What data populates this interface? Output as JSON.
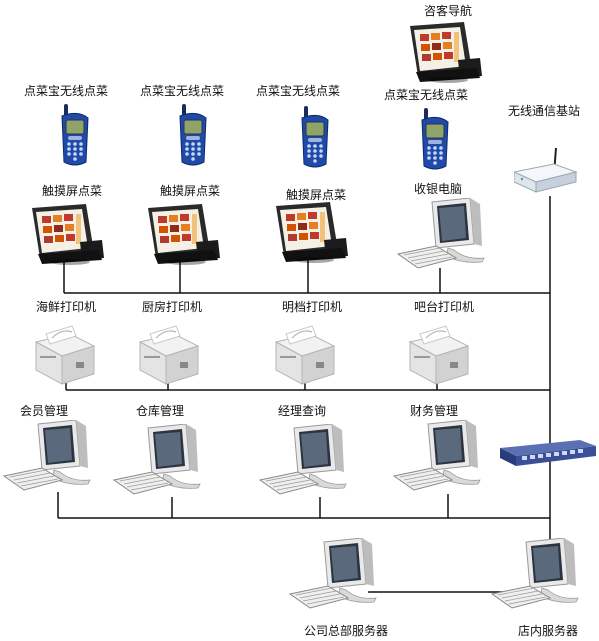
{
  "labels": {
    "guest_nav": "咨客导航",
    "wireless_order_1": "点菜宝无线点菜",
    "wireless_order_2": "点菜宝无线点菜",
    "wireless_order_3": "点菜宝无线点菜",
    "wireless_order_4": "点菜宝无线点菜",
    "base_station": "无线通信基站",
    "touch_order_1": "触摸屏点菜",
    "touch_order_2": "触摸屏点菜",
    "touch_order_3": "触摸屏点菜",
    "cashier_pc": "收银电脑",
    "printer_seafood": "海鲜打印机",
    "printer_kitchen": "厨房打印机",
    "printer_grill": "明档打印机",
    "printer_bar": "吧台打印机",
    "member_mgmt": "会员管理",
    "warehouse_mgmt": "仓库管理",
    "manager_query": "经理查询",
    "finance_mgmt": "财务管理",
    "hq_server": "公司总部服务器",
    "store_server": "店内服务器"
  },
  "icons": {
    "touch_pos": "touch-screen-pos-terminal",
    "phone": "wireless-handheld-phone",
    "pc": "desktop-computer",
    "printer": "receipt-printer",
    "switch": "network-switch",
    "router": "wireless-base-station"
  }
}
